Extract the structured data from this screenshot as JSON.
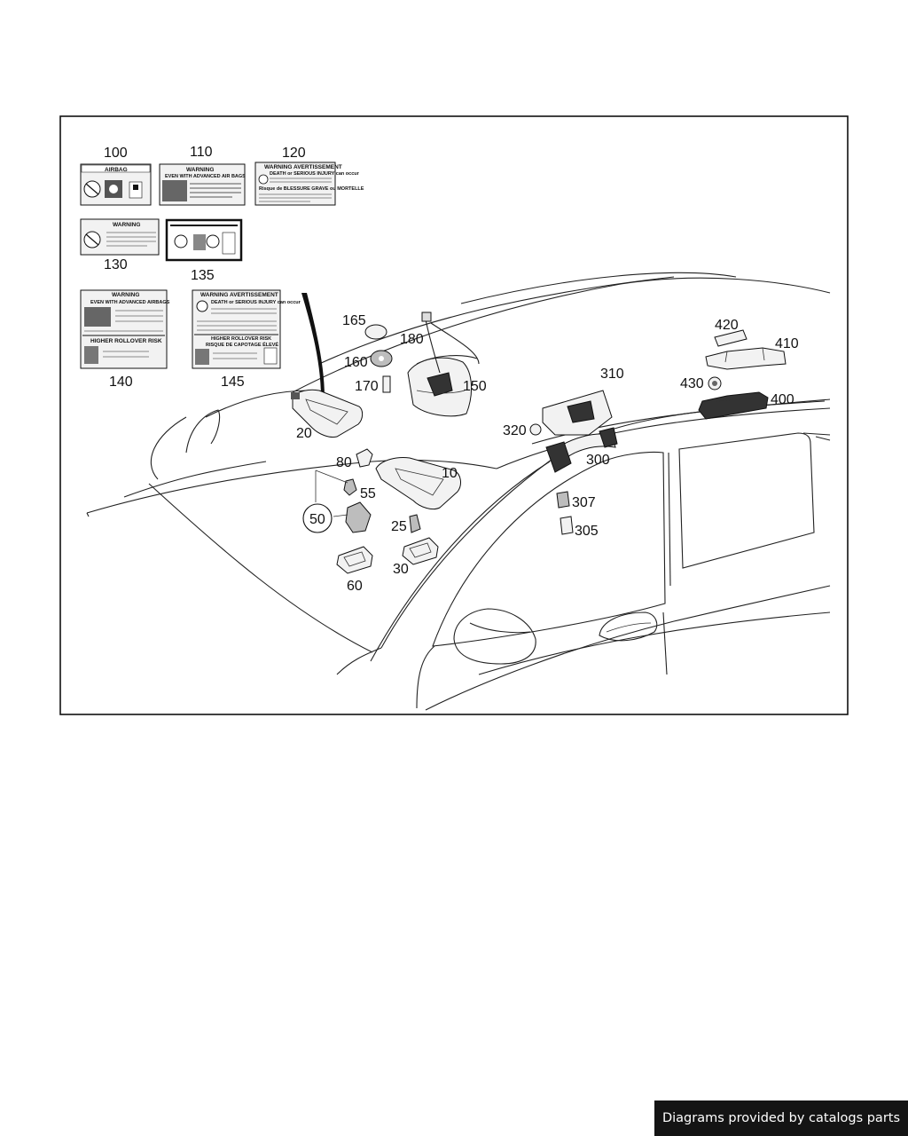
{
  "callouts": {
    "c100": "100",
    "c110": "110",
    "c120": "120",
    "c130": "130",
    "c135": "135",
    "c140": "140",
    "c145": "145",
    "c165": "165",
    "c180": "180",
    "c160": "160",
    "c170": "170",
    "c150": "150",
    "c20": "20",
    "c80": "80",
    "c10": "10",
    "c55": "55",
    "c50": "50",
    "c25": "25",
    "c60": "60",
    "c30": "30",
    "c310": "310",
    "c320": "320",
    "c300": "300",
    "c307": "307",
    "c305": "305",
    "c420": "420",
    "c410": "410",
    "c430": "430",
    "c400": "400"
  },
  "labels": {
    "l100": "AIRBAG",
    "l110": "WARNING",
    "l110_sub": "EVEN WITH ADVANCED AIR BAGS",
    "l120": "WARNING AVERTISSEMENT",
    "l120_sub": "DEATH or SERIOUS INJURY can occur",
    "l120_sub2": "Risque de BLESSURE GRAVE ou MORTELLE",
    "l130": "WARNING",
    "l140": "WARNING",
    "l140_sub": "EVEN WITH ADVANCED AIRBAGS",
    "l140_sub2": "HIGHER ROLLOVER RISK",
    "l145": "WARNING AVERTISSEMENT",
    "l145_sub": "DEATH or SERIOUS INJURY can occur",
    "l145_sub2": "HIGHER ROLLOVER RISK",
    "l145_sub3": "RISQUE DE CAPOTAGE ÉLEVÉ"
  },
  "footer": {
    "text": "Diagrams provided by catalogs parts"
  }
}
